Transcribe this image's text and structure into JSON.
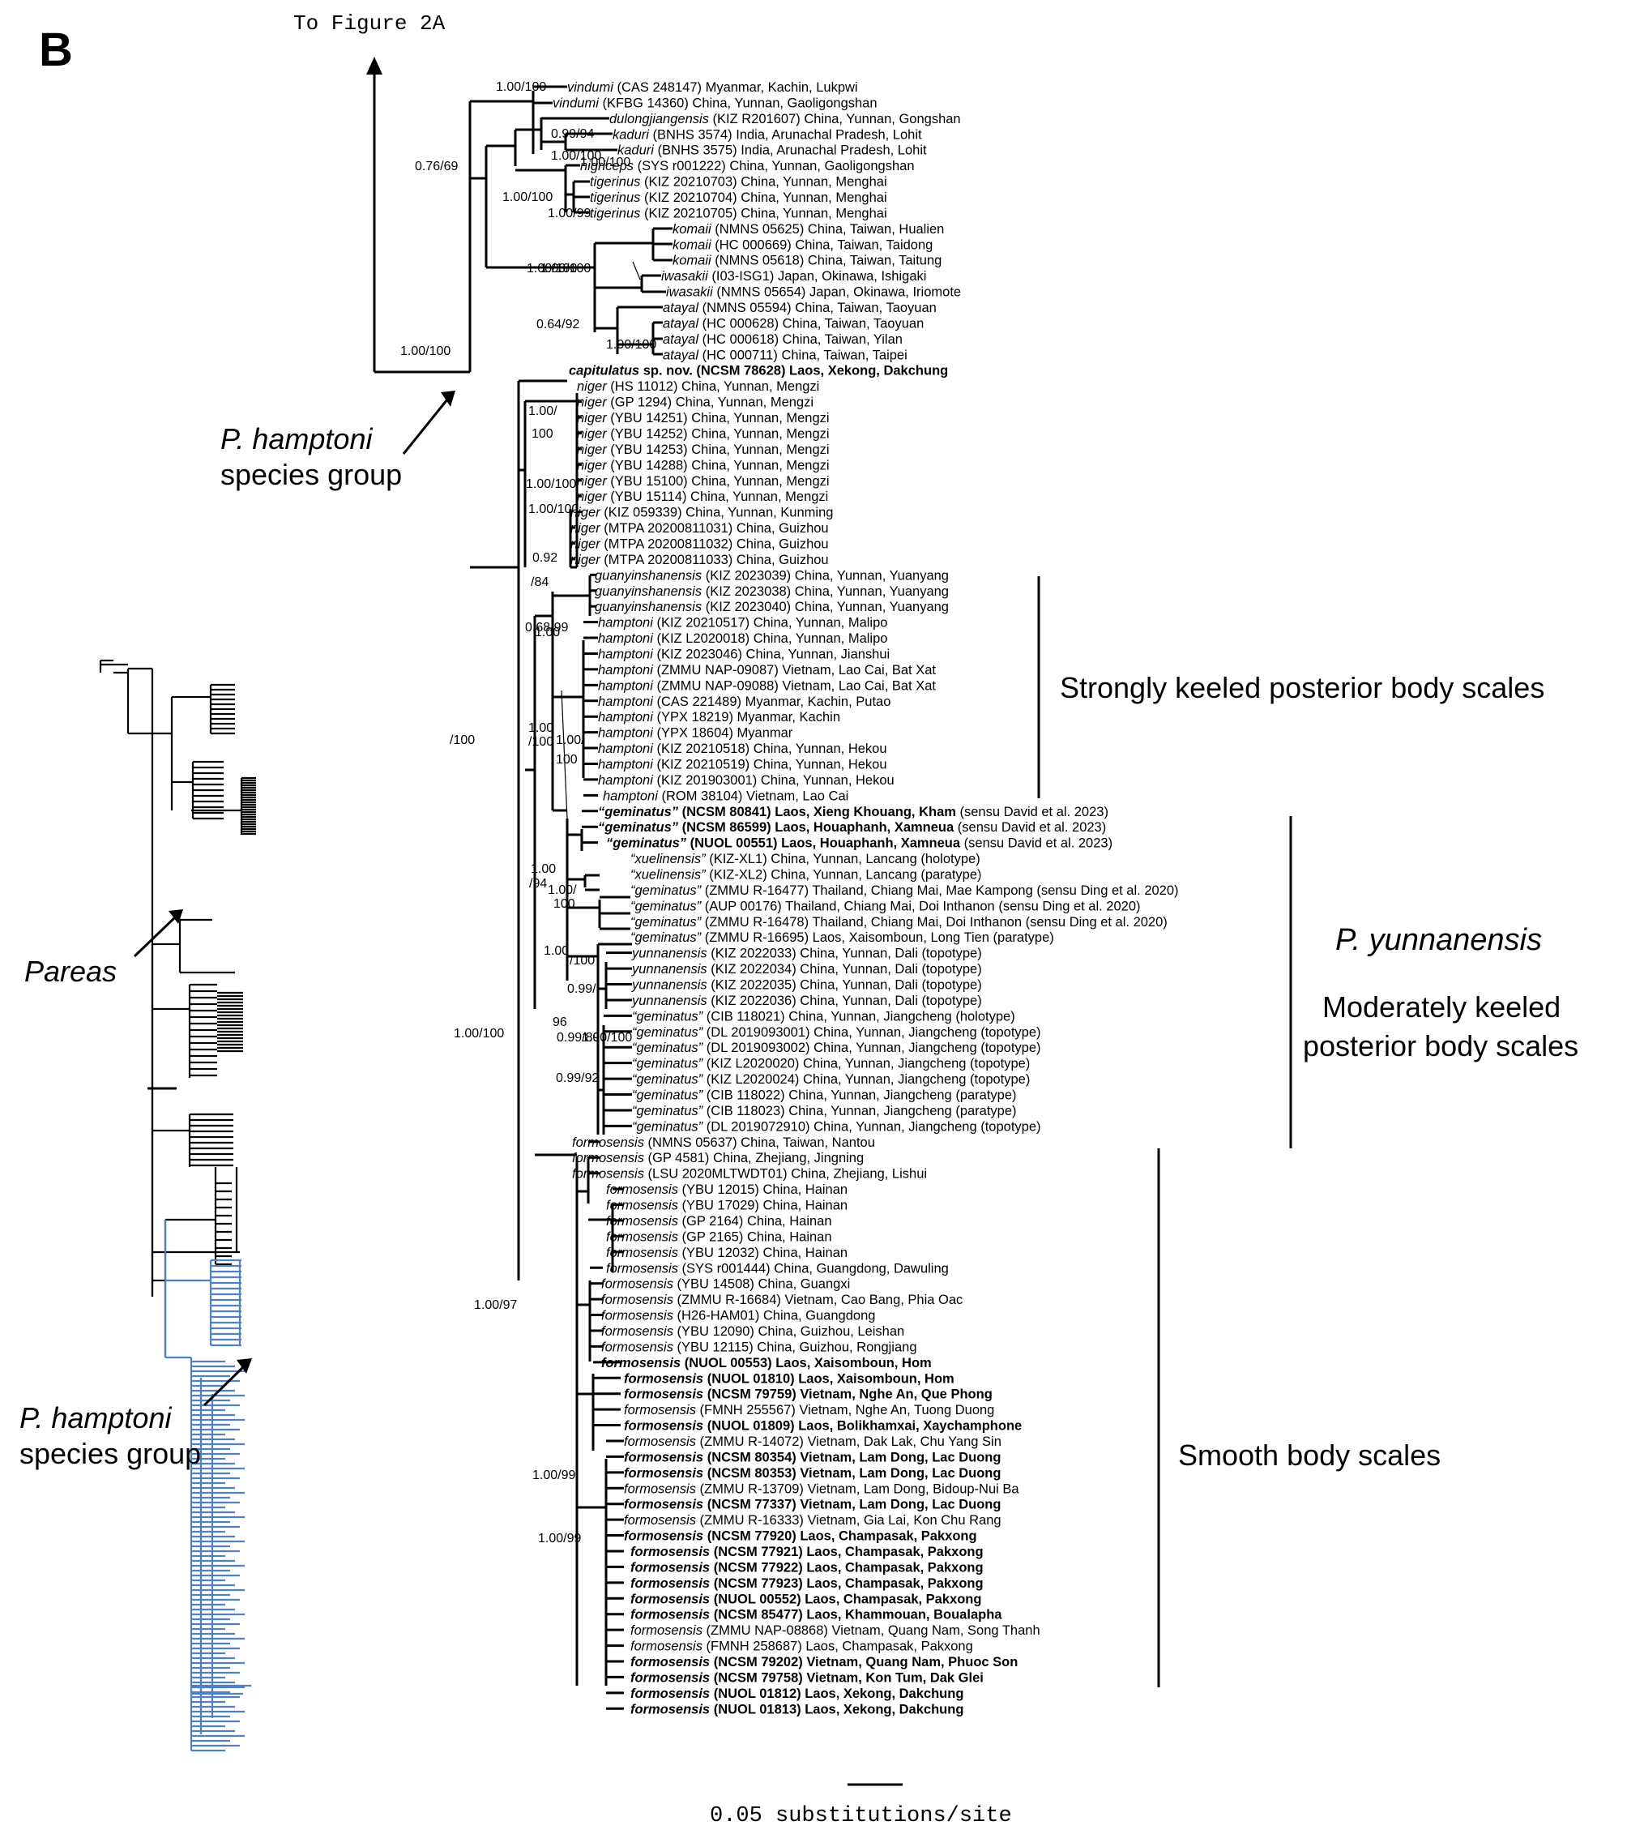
{
  "panel_label": "B",
  "to_figure": "To Figure 2A",
  "group_label_tree": {
    "italic": "P. hamptoni",
    "line2": "species group"
  },
  "pareas_label": "Pareas",
  "group_label_mini": {
    "italic": "P. hamptoni",
    "line2": "species group"
  },
  "clade_labels": {
    "strong": "Strongly keeled posterior body scales",
    "yunnanensis": "P. yunnanensis",
    "moderate_l1": "Moderately keeled",
    "moderate_l2": "posterior body scales",
    "smooth": "Smooth body scales"
  },
  "scale_bar": "0.05 substitutions/site",
  "colors": {
    "main": "#000000",
    "highlight": "#4f80c6"
  },
  "support_values": [
    "1.00/100",
    "0.76/69",
    "0.99/94",
    "1.00/100",
    "1.00/100",
    "1.00/99",
    "1.00/100",
    "1.00/100",
    "1.00/100",
    "0.64/92",
    "1.00/100",
    "1.00/100",
    "1.00/",
    "100",
    "1.00/100",
    "1.00/100",
    "0.92",
    "/84",
    "0.68/99",
    "1.00",
    "/100",
    "1.00",
    "/100",
    "1.00/",
    "100",
    "1.00",
    "/94",
    "1.00/",
    "100",
    "1.00",
    "/100",
    "0.99/",
    "96",
    "0.99/89",
    "1.00/100",
    "0.99/92",
    "1.00/100",
    "1.00/97",
    "1.00/99",
    "1.00/99"
  ],
  "taxa": [
    {
      "sp": "vindumi",
      "rest": " (CAS 248147) Myanmar, Kachin, Lukpwi",
      "b": false
    },
    {
      "sp": "vindumi",
      "rest": " (KFBG 14360) China, Yunnan, Gaoligongshan",
      "b": false
    },
    {
      "sp": "dulongjiangensis",
      "rest": " (KIZ R201607) China, Yunnan, Gongshan",
      "b": false
    },
    {
      "sp": "kaduri",
      "rest": " (BNHS 3574) India, Arunachal Pradesh, Lohit",
      "b": false
    },
    {
      "sp": "kaduri",
      "rest": " (BNHS 3575) India, Arunachal Pradesh, Lohit",
      "b": false
    },
    {
      "sp": "nigriceps",
      "rest": " (SYS r001222) China, Yunnan, Gaoligongshan",
      "b": false
    },
    {
      "sp": "tigerinus",
      "rest": " (KIZ 20210703) China, Yunnan, Menghai",
      "b": false
    },
    {
      "sp": "tigerinus",
      "rest": " (KIZ 20210704) China, Yunnan, Menghai",
      "b": false
    },
    {
      "sp": "tigerinus",
      "rest": " (KIZ 20210705) China, Yunnan, Menghai",
      "b": false
    },
    {
      "sp": "komaii",
      "rest": " (NMNS 05625) China, Taiwan, Hualien",
      "b": false
    },
    {
      "sp": "komaii",
      "rest": " (HC 000669) China, Taiwan, Taidong",
      "b": false
    },
    {
      "sp": "komaii",
      "rest": " (NMNS 05618) China, Taiwan, Taitung",
      "b": false
    },
    {
      "sp": "iwasakii",
      "rest": " (I03-ISG1) Japan, Okinawa, Ishigaki",
      "b": false
    },
    {
      "sp": "iwasakii",
      "rest": " (NMNS 05654) Japan, Okinawa, Iriomote",
      "b": false
    },
    {
      "sp": "atayal",
      "rest": " (NMNS 05594) China, Taiwan, Taoyuan",
      "b": false
    },
    {
      "sp": "atayal",
      "rest": " (HC 000628) China, Taiwan, Taoyuan",
      "b": false
    },
    {
      "sp": "atayal",
      "rest": " (HC 000618) China, Taiwan, Yilan",
      "b": false
    },
    {
      "sp": "atayal",
      "rest": " (HC 000711) China, Taiwan, Taipei",
      "b": false
    },
    {
      "sp": "capitulatus",
      "rest": " sp. nov. (NCSM 78628) Laos, Xekong, Dakchung",
      "b": true
    },
    {
      "sp": "niger",
      "rest": " (HS 11012) China, Yunnan, Mengzi",
      "b": false
    },
    {
      "sp": "niger",
      "rest": " (GP 1294) China, Yunnan, Mengzi",
      "b": false
    },
    {
      "sp": "niger",
      "rest": " (YBU 14251) China, Yunnan, Mengzi",
      "b": false
    },
    {
      "sp": "niger",
      "rest": " (YBU 14252) China, Yunnan, Mengzi",
      "b": false
    },
    {
      "sp": "niger",
      "rest": " (YBU 14253) China, Yunnan, Mengzi",
      "b": false
    },
    {
      "sp": "niger",
      "rest": " (YBU 14288) China, Yunnan, Mengzi",
      "b": false
    },
    {
      "sp": "niger",
      "rest": " (YBU 15100) China, Yunnan, Mengzi",
      "b": false
    },
    {
      "sp": "niger",
      "rest": " (YBU 15114) China, Yunnan, Mengzi",
      "b": false
    },
    {
      "sp": "niger",
      "rest": " (KIZ 059339) China, Yunnan, Kunming",
      "b": false
    },
    {
      "sp": "niger",
      "rest": " (MTPA 20200811031) China, Guizhou",
      "b": false
    },
    {
      "sp": "niger",
      "rest": " (MTPA 20200811032) China, Guizhou",
      "b": false
    },
    {
      "sp": "niger",
      "rest": " (MTPA 20200811033) China, Guizhou",
      "b": false
    },
    {
      "sp": "guanyinshanensis",
      "rest": " (KIZ 2023039) China, Yunnan, Yuanyang",
      "b": false
    },
    {
      "sp": "guanyinshanensis",
      "rest": " (KIZ 2023038) China, Yunnan, Yuanyang",
      "b": false
    },
    {
      "sp": "guanyinshanensis",
      "rest": " (KIZ 2023040) China, Yunnan, Yuanyang",
      "b": false
    },
    {
      "sp": "hamptoni",
      "rest": " (KIZ 20210517) China, Yunnan, Malipo",
      "b": false
    },
    {
      "sp": "hamptoni",
      "rest": " (KIZ L2020018) China, Yunnan, Malipo",
      "b": false
    },
    {
      "sp": "hamptoni",
      "rest": " (KIZ 2023046) China, Yunnan, Jianshui",
      "b": false
    },
    {
      "sp": "hamptoni",
      "rest": " (ZMMU NAP-09087) Vietnam, Lao Cai, Bat Xat",
      "b": false
    },
    {
      "sp": "hamptoni",
      "rest": " (ZMMU NAP-09088) Vietnam, Lao Cai, Bat Xat",
      "b": false
    },
    {
      "sp": "hamptoni",
      "rest": " (CAS 221489) Myanmar, Kachin, Putao",
      "b": false
    },
    {
      "sp": "hamptoni",
      "rest": " (YPX 18219) Myanmar, Kachin",
      "b": false
    },
    {
      "sp": "hamptoni",
      "rest": " (YPX 18604) Myanmar",
      "b": false
    },
    {
      "sp": "hamptoni",
      "rest": " (KIZ 20210518) China, Yunnan, Hekou",
      "b": false
    },
    {
      "sp": "hamptoni",
      "rest": " (KIZ 20210519) China, Yunnan, Hekou",
      "b": false
    },
    {
      "sp": "hamptoni",
      "rest": " (KIZ 201903001) China, Yunnan, Hekou",
      "b": false
    },
    {
      "sp": "hamptoni",
      "rest": " (ROM 38104) Vietnam, Lao Cai",
      "b": false
    },
    {
      "sp": "“geminatus”",
      "rest": " (NCSM 80841) Laos, Xieng Khouang, Kham",
      "b": true,
      "tail": " (sensu David et al. 2023)"
    },
    {
      "sp": "“geminatus”",
      "rest": " (NCSM 86599) Laos, Houaphanh, Xamneua",
      "b": true,
      "tail": " (sensu David et al. 2023)"
    },
    {
      "sp": "“geminatus”",
      "rest": " (NUOL 00551) Laos, Houaphanh, Xamneua",
      "b": true,
      "tail": " (sensu David et al. 2023)"
    },
    {
      "sp": "“xuelinensis”",
      "rest": " (KIZ-XL1) China, Yunnan, Lancang (holotype)",
      "b": false
    },
    {
      "sp": "“xuelinensis”",
      "rest": " (KIZ-XL2) China, Yunnan, Lancang (paratype)",
      "b": false
    },
    {
      "sp": "“geminatus”",
      "rest": " (ZMMU R-16477) Thailand, Chiang Mai, Mae Kampong (sensu Ding et al. 2020)",
      "b": false
    },
    {
      "sp": "“geminatus”",
      "rest": " (AUP 00176) Thailand, Chiang Mai, Doi Inthanon (sensu Ding et al. 2020)",
      "b": false
    },
    {
      "sp": "“geminatus”",
      "rest": " (ZMMU R-16478) Thailand, Chiang Mai, Doi Inthanon (sensu Ding et al. 2020)",
      "b": false
    },
    {
      "sp": "“geminatus”",
      "rest": " (ZMMU R-16695) Laos, Xaisomboun, Long Tien (paratype)",
      "b": false
    },
    {
      "sp": "yunnanensis",
      "rest": " (KIZ 2022033) China, Yunnan, Dali (topotype)",
      "b": false
    },
    {
      "sp": "yunnanensis",
      "rest": " (KIZ 2022034) China, Yunnan, Dali (topotype)",
      "b": false
    },
    {
      "sp": "yunnanensis",
      "rest": " (KIZ 2022035) China, Yunnan, Dali (topotype)",
      "b": false
    },
    {
      "sp": "yunnanensis",
      "rest": " (KIZ 2022036) China, Yunnan, Dali (topotype)",
      "b": false
    },
    {
      "sp": "“geminatus”",
      "rest": " (CIB 118021) China, Yunnan, Jiangcheng (holotype)",
      "b": false
    },
    {
      "sp": "“geminatus”",
      "rest": " (DL 2019093001) China, Yunnan, Jiangcheng (topotype)",
      "b": false
    },
    {
      "sp": "“geminatus”",
      "rest": " (DL 2019093002) China, Yunnan, Jiangcheng (topotype)",
      "b": false
    },
    {
      "sp": "“geminatus”",
      "rest": " (KIZ L2020020) China, Yunnan, Jiangcheng (topotype)",
      "b": false
    },
    {
      "sp": "“geminatus”",
      "rest": " (KIZ L2020024) China, Yunnan, Jiangcheng (topotype)",
      "b": false
    },
    {
      "sp": "“geminatus”",
      "rest": " (CIB 118022) China, Yunnan, Jiangcheng (paratype)",
      "b": false
    },
    {
      "sp": "“geminatus”",
      "rest": " (CIB 118023) China, Yunnan, Jiangcheng (paratype)",
      "b": false
    },
    {
      "sp": "“geminatus”",
      "rest": " (DL 2019072910) China, Yunnan, Jiangcheng (topotype)",
      "b": false
    },
    {
      "sp": "formosensis",
      "rest": " (NMNS 05637) China, Taiwan, Nantou",
      "b": false
    },
    {
      "sp": "formosensis",
      "rest": " (GP 4581) China, Zhejiang, Jingning",
      "b": false
    },
    {
      "sp": "formosensis",
      "rest": " (LSU 2020MLTWDT01) China, Zhejiang, Lishui",
      "b": false
    },
    {
      "sp": "formosensis",
      "rest": " (YBU 12015) China, Hainan",
      "b": false
    },
    {
      "sp": "formosensis",
      "rest": " (YBU 17029) China, Hainan",
      "b": false
    },
    {
      "sp": "formosensis",
      "rest": " (GP 2164) China, Hainan",
      "b": false
    },
    {
      "sp": "formosensis",
      "rest": " (GP 2165) China, Hainan",
      "b": false
    },
    {
      "sp": "formosensis",
      "rest": " (YBU 12032) China, Hainan",
      "b": false
    },
    {
      "sp": "formosensis",
      "rest": " (SYS r001444) China, Guangdong, Dawuling",
      "b": false
    },
    {
      "sp": "formosensis",
      "rest": " (YBU 14508) China, Guangxi",
      "b": false
    },
    {
      "sp": "formosensis",
      "rest": " (ZMMU R-16684) Vietnam, Cao Bang, Phia Oac",
      "b": false
    },
    {
      "sp": "formosensis",
      "rest": " (H26-HAM01) China, Guangdong",
      "b": false
    },
    {
      "sp": "formosensis",
      "rest": " (YBU 12090) China, Guizhou, Leishan",
      "b": false
    },
    {
      "sp": "formosensis",
      "rest": " (YBU 12115) China, Guizhou, Rongjiang",
      "b": false
    },
    {
      "sp": "formosensis",
      "rest": " (NUOL 00553) Laos, Xaisomboun, Hom",
      "b": true
    },
    {
      "sp": "formosensis",
      "rest": " (NUOL 01810) Laos, Xaisomboun, Hom",
      "b": true
    },
    {
      "sp": "formosensis",
      "rest": " (NCSM 79759) Vietnam, Nghe An, Que Phong",
      "b": true
    },
    {
      "sp": "formosensis",
      "rest": " (FMNH 255567) Vietnam, Nghe An, Tuong Duong",
      "b": false
    },
    {
      "sp": "formosensis",
      "rest": " (NUOL 01809) Laos, Bolikhamxai, Xaychamphone",
      "b": true
    },
    {
      "sp": "formosensis",
      "rest": " (ZMMU R-14072) Vietnam, Dak Lak, Chu Yang Sin",
      "b": false
    },
    {
      "sp": "formosensis",
      "rest": " (NCSM 80354) Vietnam, Lam Dong, Lac Duong",
      "b": true
    },
    {
      "sp": "formosensis",
      "rest": " (NCSM 80353) Vietnam, Lam Dong, Lac Duong",
      "b": true
    },
    {
      "sp": "formosensis",
      "rest": " (ZMMU R-13709) Vietnam, Lam Dong, Bidoup-Nui Ba",
      "b": false
    },
    {
      "sp": "formosensis",
      "rest": " (NCSM 77337) Vietnam, Lam Dong, Lac Duong",
      "b": true
    },
    {
      "sp": "formosensis",
      "rest": " (ZMMU R-16333) Vietnam, Gia Lai, Kon Chu Rang",
      "b": false
    },
    {
      "sp": "formosensis",
      "rest": " (NCSM 77920) Laos, Champasak, Pakxong",
      "b": true
    },
    {
      "sp": "formosensis",
      "rest": " (NCSM 77921) Laos, Champasak, Pakxong",
      "b": true
    },
    {
      "sp": "formosensis",
      "rest": " (NCSM 77922) Laos, Champasak, Pakxong",
      "b": true
    },
    {
      "sp": "formosensis",
      "rest": " (NCSM 77923) Laos, Champasak, Pakxong",
      "b": true
    },
    {
      "sp": "formosensis",
      "rest": " (NUOL 00552) Laos, Champasak, Pakxong",
      "b": true
    },
    {
      "sp": "formosensis",
      "rest": " (NCSM 85477) Laos, Khammouan, Boualapha",
      "b": true
    },
    {
      "sp": "formosensis",
      "rest": " (ZMMU NAP-08868) Vietnam, Quang Nam, Song Thanh",
      "b": false
    },
    {
      "sp": "formosensis",
      "rest": " (FMNH 258687) Laos, Champasak, Pakxong",
      "b": false
    },
    {
      "sp": "formosensis",
      "rest": " (NCSM 79202) Vietnam, Quang Nam, Phuoc Son",
      "b": true
    },
    {
      "sp": "formosensis",
      "rest": " (NCSM 79758) Vietnam, Kon Tum, Dak Glei",
      "b": true
    },
    {
      "sp": "formosensis",
      "rest": " (NUOL 01812) Laos, Xekong, Dakchung",
      "b": true
    },
    {
      "sp": "formosensis",
      "rest": " (NUOL 01813) Laos, Xekong, Dakchung",
      "b": true
    }
  ]
}
